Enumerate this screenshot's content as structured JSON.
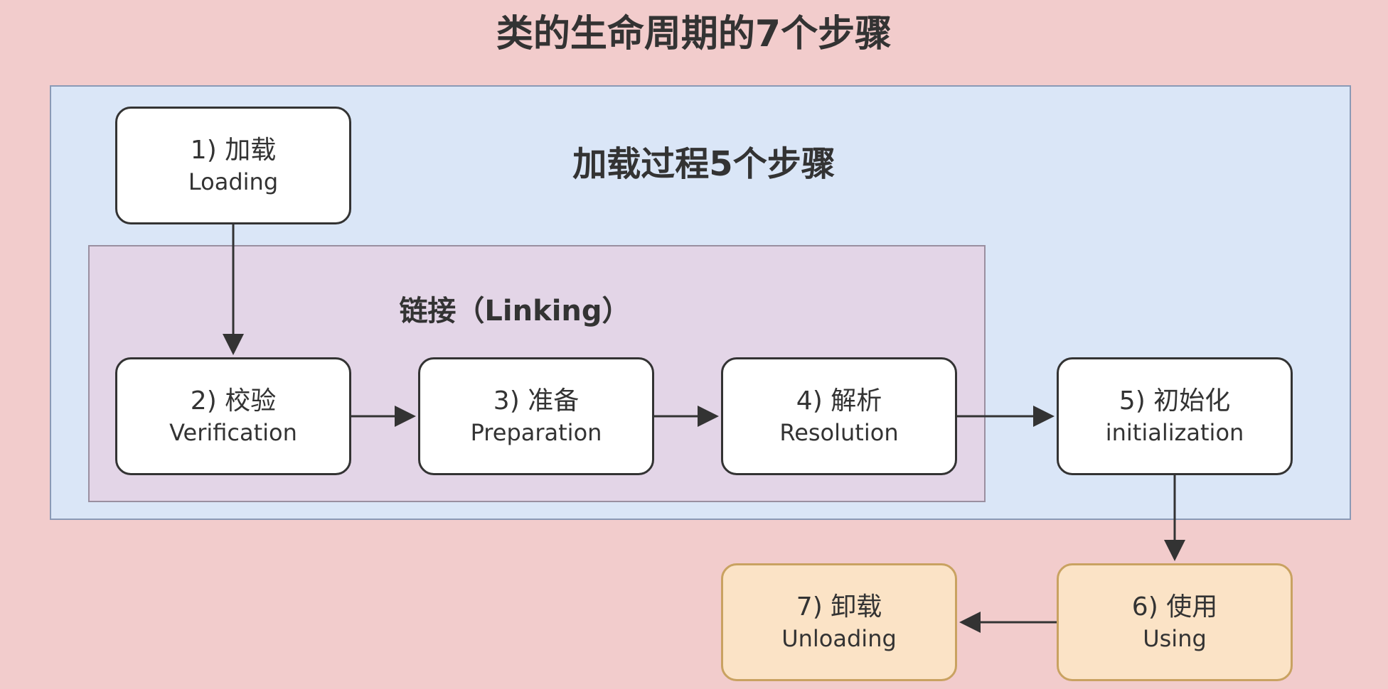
{
  "title": "类的生命周期的7个步骤",
  "loading_group": {
    "title": "加载过程5个步骤"
  },
  "linking_group": {
    "title": "链接（Linking）"
  },
  "steps": [
    {
      "cn": "1) 加载",
      "en": "Loading"
    },
    {
      "cn": "2) 校验",
      "en": "Verification"
    },
    {
      "cn": "3) 准备",
      "en": "Preparation"
    },
    {
      "cn": "4) 解析",
      "en": "Resolution"
    },
    {
      "cn": "5) 初始化",
      "en": "initialization"
    },
    {
      "cn": "6) 使用",
      "en": "Using"
    },
    {
      "cn": "7) 卸载",
      "en": "Unloading"
    }
  ],
  "colors": {
    "background": "#f2cccc",
    "loading_panel": "#dae6f7",
    "linking_panel": "#e3d5e7",
    "node": "#ffffff",
    "usage_node": "#fbe3c6",
    "usage_border": "#c9a261",
    "stroke": "#333333"
  }
}
